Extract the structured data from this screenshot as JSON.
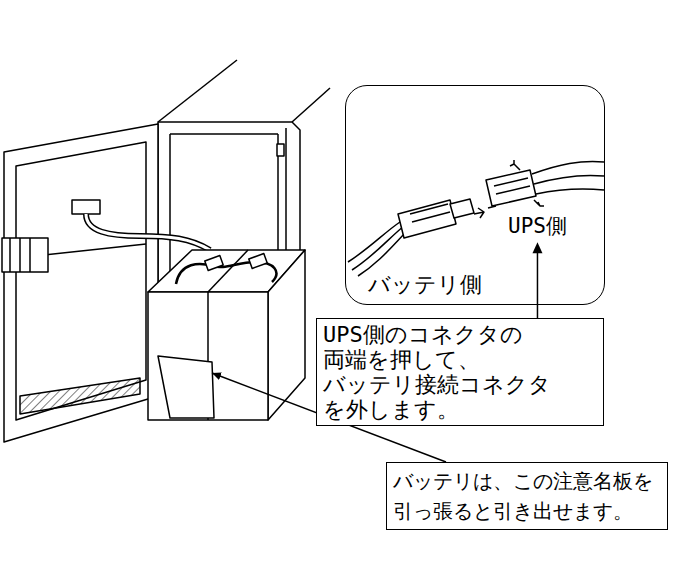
{
  "diagram": {
    "nodes": [
      {
        "text": [
          "UPS側",
          "バッテリ側"
        ]
      },
      {
        "text": [
          "UPS側のコネクタの 両端を押して、 バッテリ接続コネクタ を外します。"
        ]
      },
      {
        "text": [
          "バッテリは、この注意名板を 引っ張ると引き出せます。"
        ]
      }
    ],
    "edges": [
      {
        "from": 1,
        "to": 0,
        "arrow": "to"
      }
    ]
  }
}
